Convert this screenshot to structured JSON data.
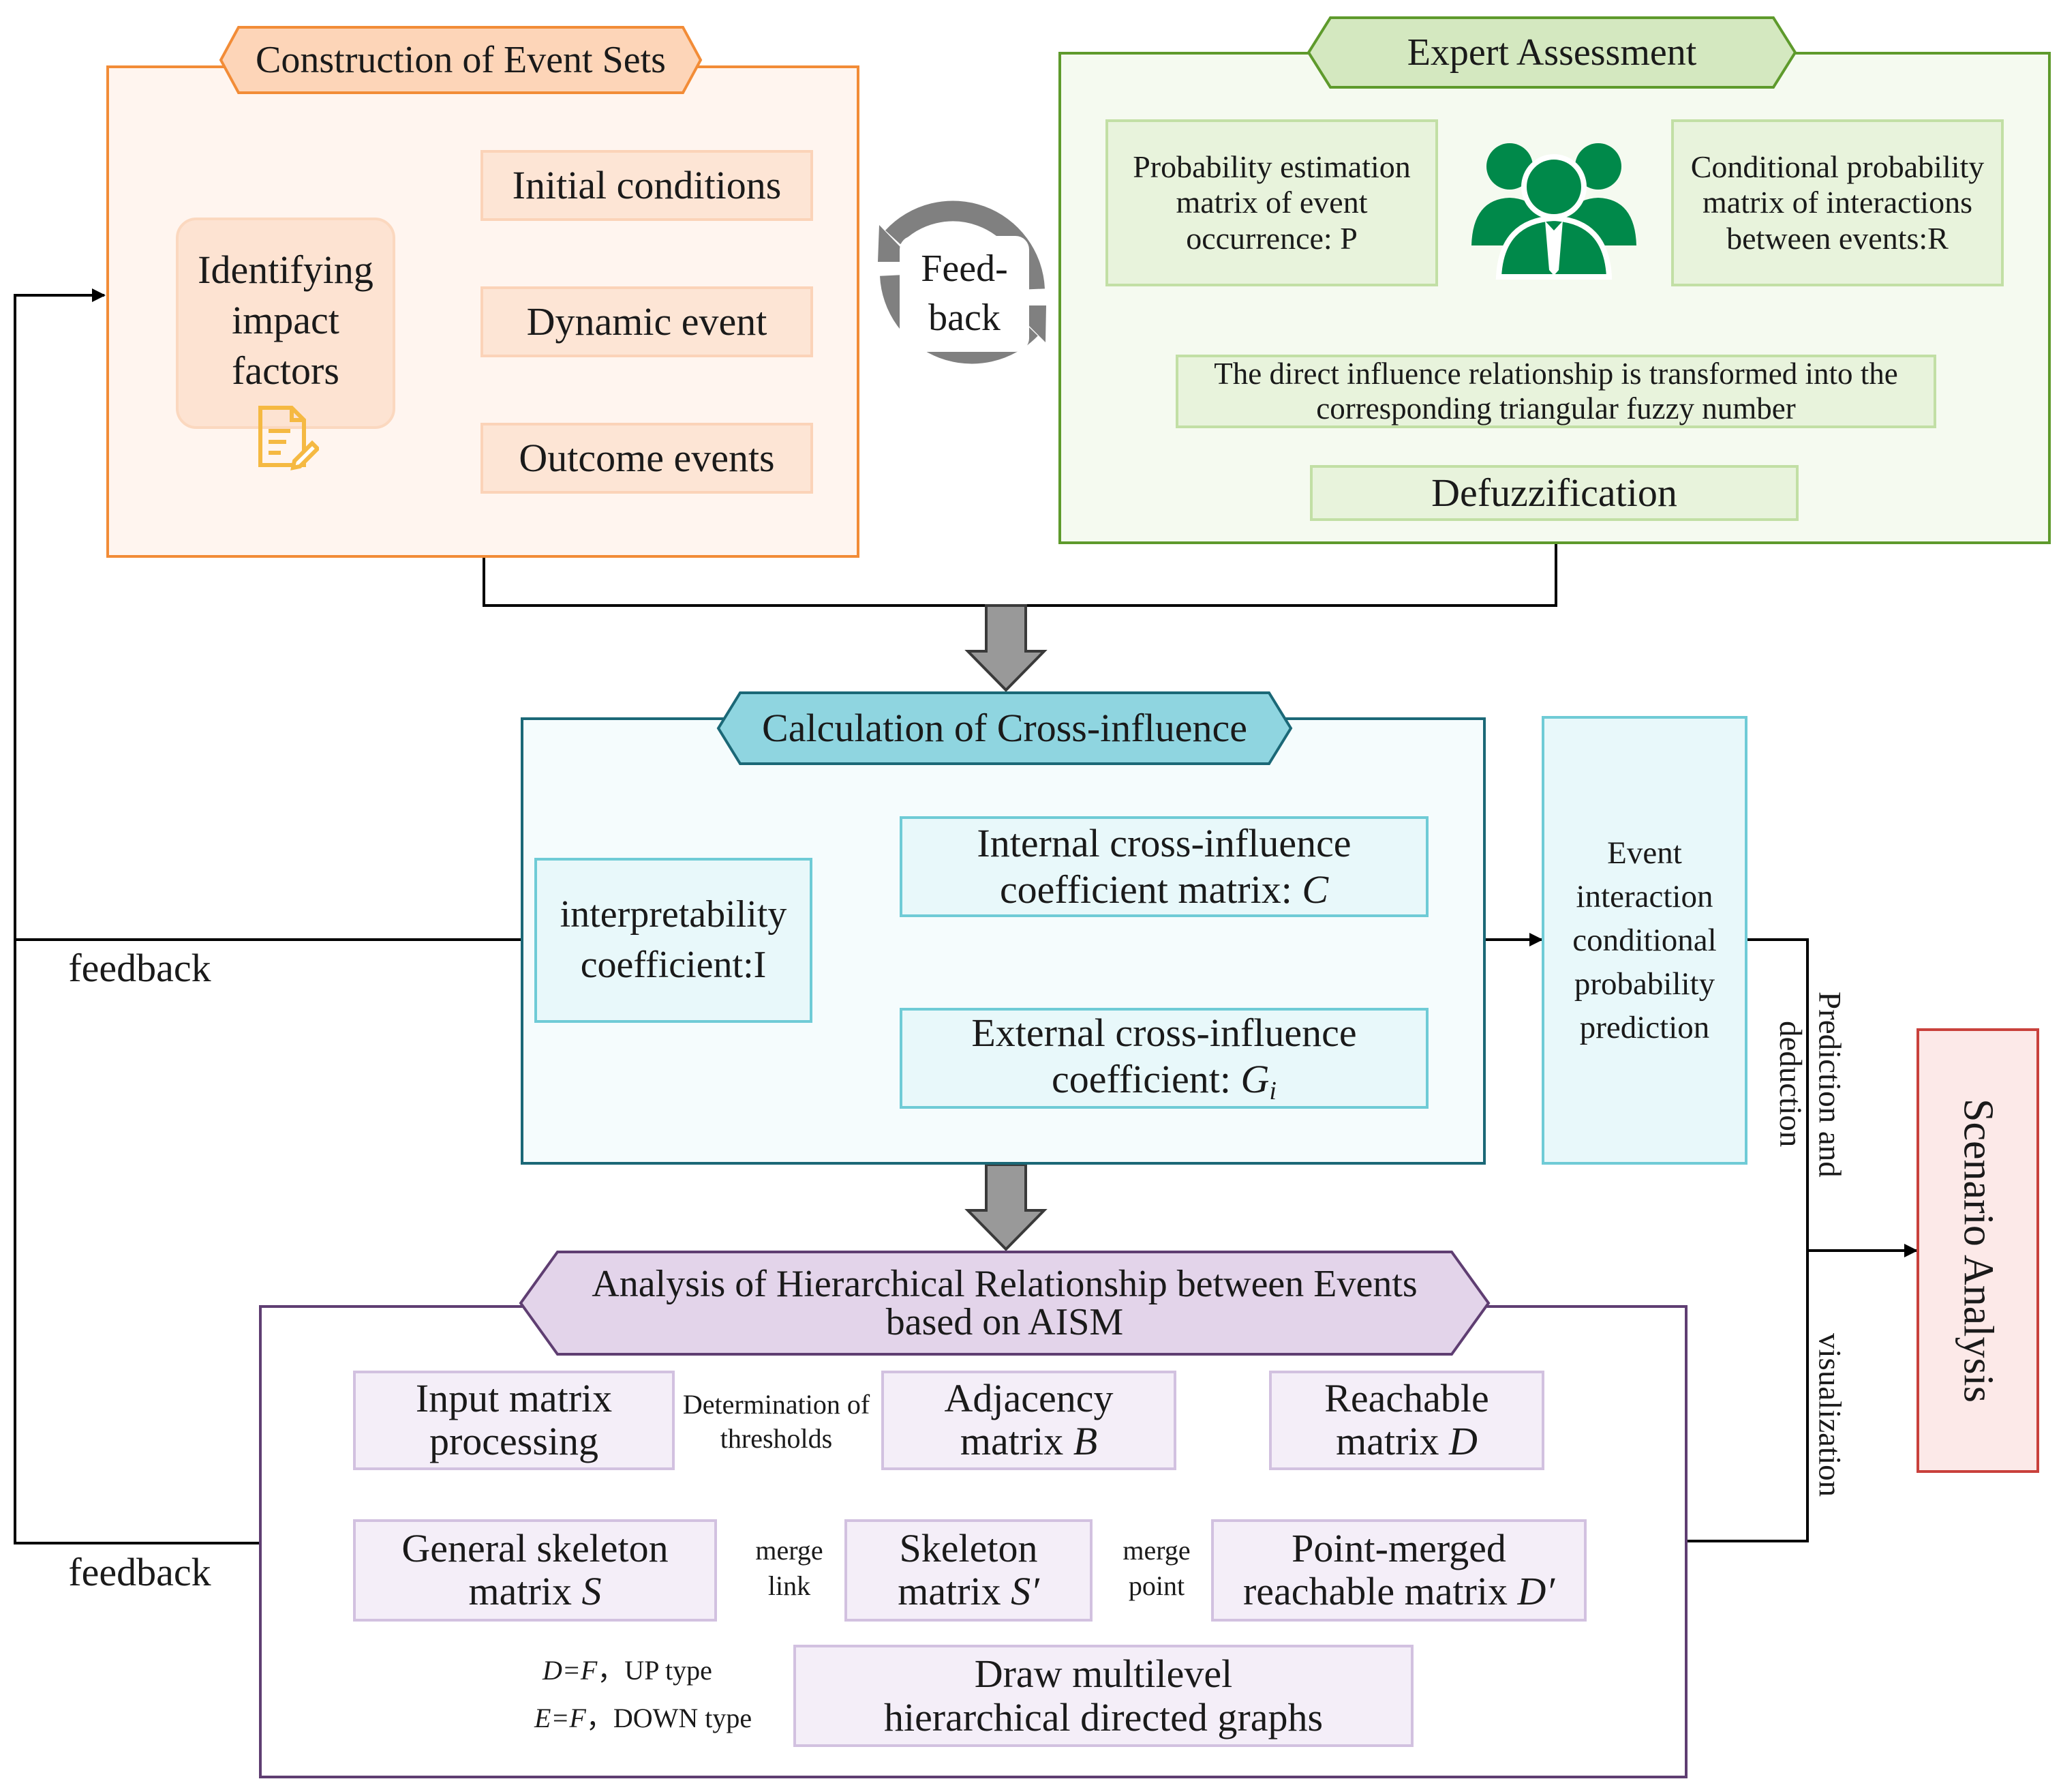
{
  "sections": {
    "construction": {
      "title": "Construction of Event Sets",
      "source": "Identifying impact factors",
      "items": [
        "Initial conditions",
        "Dynamic event",
        "Outcome events"
      ]
    },
    "expert": {
      "title": "Expert Assessment",
      "prob_matrix": "Probability estimation matrix of event occurrence: P",
      "cond_matrix": "Conditional probability matrix of interactions between events:R",
      "transform": "The direct influence relationship is transformed into the corresponding triangular fuzzy number",
      "defuzz": "Defuzzification"
    },
    "feedback_cycle": "Feed-back",
    "cross": {
      "title": "Calculation of Cross-influence",
      "interpretability": "interpretability coefficient:I",
      "internal_line1": "Internal cross-influence",
      "internal_line2": "coefficient matrix: ",
      "internal_symbol": "C",
      "external_line1": "External cross-influence",
      "external_line2": "coefficient: ",
      "external_symbol": "G",
      "external_sub": "i"
    },
    "prediction_box": "Event interaction conditional probability prediction",
    "aism": {
      "title_line1": "Analysis of Hierarchical Relationship between Events",
      "title_line2": "based on AISM",
      "input": "Input matrix processing",
      "threshold_label": "Determination of thresholds",
      "adjacency_text": "Adjacency matrix ",
      "adjacency_symbol": "B",
      "reachable_text": "Reachable matrix ",
      "reachable_symbol": "D",
      "general_text": "General skeleton matrix ",
      "general_symbol": "S",
      "merge_link": "merge link",
      "skeleton_text": "Skeleton matrix ",
      "skeleton_symbol": "S′",
      "merge_point": "merge point",
      "point_merged_text": "Point-merged reachable matrix ",
      "point_merged_symbol": "D′",
      "up_type_eq": "D=F",
      "up_type_label": "，UP type",
      "down_type_eq": "E=F",
      "down_type_label": "，DOWN type",
      "draw_graphs": "Draw multilevel hierarchical directed graphs"
    },
    "feedback_upper": "feedback",
    "feedback_lower": "feedback",
    "prediction_label": "Prediction and deduction",
    "visualization_label": "visualization",
    "scenario": "Scenario Analysis"
  },
  "icons": [
    "document-edit-icon",
    "people-group-icon",
    "refresh-cycle-icon",
    "down-arrow-icon"
  ],
  "colors": {
    "orange": "#f28c37",
    "green": "#5e9a2c",
    "teal": "#1b6877",
    "purple": "#5f3e72",
    "red": "#c9413c",
    "people_icon": "#00894a"
  }
}
